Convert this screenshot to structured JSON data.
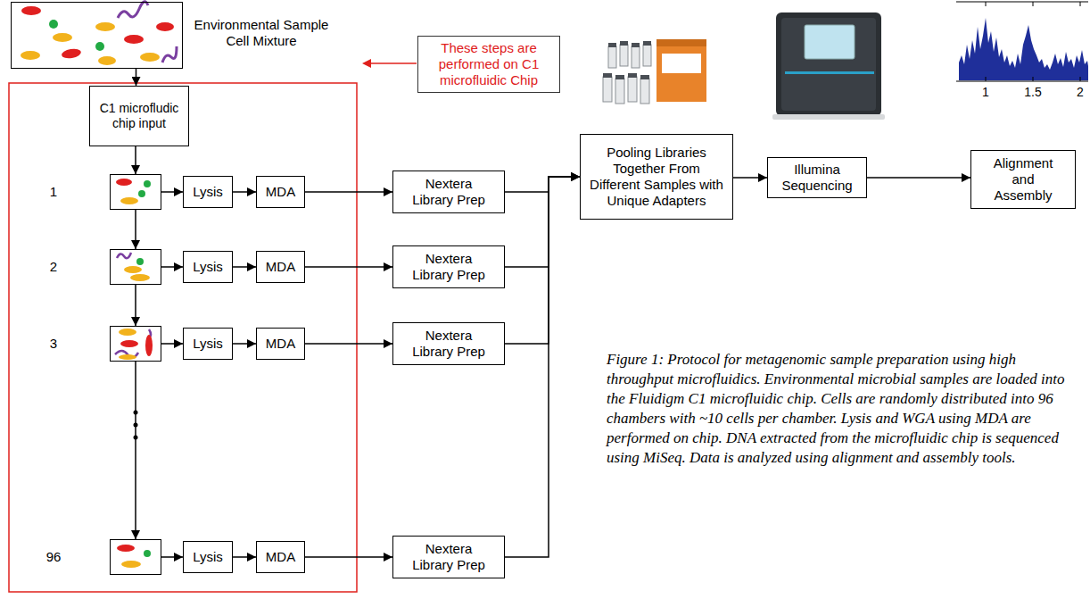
{
  "diagram": {
    "caption": "Figure 1: Protocol for metagenomic sample preparation using high throughput microfluidics. Environmental microbial samples are loaded into the Fluidigm C1 microfluidic chip. Cells are randomly distributed into 96 chambers with ~10 cells per chamber. Lysis and WGA using MDA are performed on chip. DNA extracted from the microfluidic chip is sequenced using MiSeq. Data is analyzed using alignment and assembly tools.",
    "nodes": [
      {
        "text": [
          "Environmental Sample Cell Mixture"
        ]
      },
      {
        "text": [
          "C1 microfludic chip input"
        ]
      },
      {
        "text": [
          "1"
        ]
      },
      {
        "text": [
          "Lysis"
        ]
      },
      {
        "text": [
          "MDA"
        ]
      },
      {
        "text": [
          "Nextera Library Prep"
        ]
      },
      {
        "text": [
          "2"
        ]
      },
      {
        "text": [
          "Lysis"
        ]
      },
      {
        "text": [
          "MDA"
        ]
      },
      {
        "text": [
          "Nextera Library Prep"
        ]
      },
      {
        "text": [
          "3"
        ]
      },
      {
        "text": [
          "Lysis"
        ]
      },
      {
        "text": [
          "MDA"
        ]
      },
      {
        "text": [
          "Nextera Library Prep"
        ]
      },
      {
        "text": [
          "96"
        ]
      },
      {
        "text": [
          "Lysis"
        ]
      },
      {
        "text": [
          "MDA"
        ]
      },
      {
        "text": [
          "Nextera Library Prep"
        ]
      },
      {
        "text": [
          "These steps are performed on C1 microfluidic Chip"
        ]
      },
      {
        "text": [
          "Pooling Libraries Together From Different Samples with Unique Adapters"
        ]
      },
      {
        "text": [
          "Illumina Sequencing"
        ]
      },
      {
        "text": [
          "Alignment and Assembly"
        ]
      }
    ],
    "edges": [
      {
        "from": 0,
        "to": 1,
        "arrow": "to"
      },
      {
        "from": 1,
        "to": 2,
        "arrow": "to"
      },
      {
        "from": 2,
        "to": 6,
        "arrow": "to"
      },
      {
        "from": 6,
        "to": 10,
        "arrow": "to"
      },
      {
        "from": 10,
        "to": 14,
        "arrow": "to"
      },
      {
        "from": 2,
        "to": 3,
        "arrow": "to"
      },
      {
        "from": 3,
        "to": 4,
        "arrow": "to"
      },
      {
        "from": 4,
        "to": 5,
        "arrow": "to"
      },
      {
        "from": 6,
        "to": 7,
        "arrow": "to"
      },
      {
        "from": 7,
        "to": 8,
        "arrow": "to"
      },
      {
        "from": 8,
        "to": 9,
        "arrow": "to"
      },
      {
        "from": 10,
        "to": 11,
        "arrow": "to"
      },
      {
        "from": 11,
        "to": 12,
        "arrow": "to"
      },
      {
        "from": 12,
        "to": 13,
        "arrow": "to"
      },
      {
        "from": 14,
        "to": 15,
        "arrow": "to"
      },
      {
        "from": 15,
        "to": 16,
        "arrow": "to"
      },
      {
        "from": 16,
        "to": 17,
        "arrow": "to"
      },
      {
        "from": 5,
        "to": 19,
        "arrow": "to"
      },
      {
        "from": 9,
        "to": 19,
        "arrow": "to"
      },
      {
        "from": 13,
        "to": 19,
        "arrow": "to"
      },
      {
        "from": 17,
        "to": 19,
        "arrow": "to"
      },
      {
        "from": 19,
        "to": 20,
        "arrow": "to"
      },
      {
        "from": 20,
        "to": 21,
        "arrow": "to"
      }
    ],
    "labels": [
      "1",
      "1.5",
      "2"
    ]
  }
}
